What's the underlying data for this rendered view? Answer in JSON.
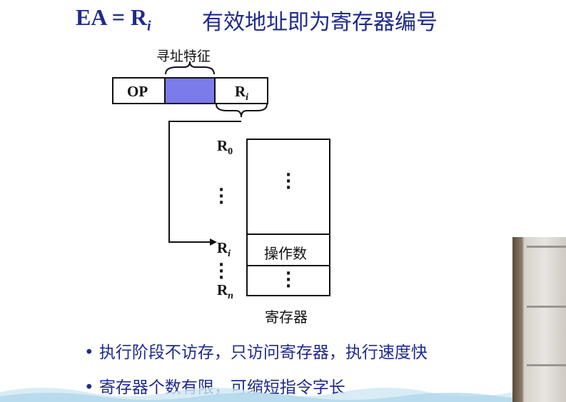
{
  "title": {
    "formula_lhs": "EA = R",
    "formula_sub": "i",
    "text": "有效地址即为寄存器编号"
  },
  "instruction": {
    "addressing_label": "寻址特征",
    "op_label": "OP",
    "reg_field_main": "R",
    "reg_field_sub": "i"
  },
  "register_file": {
    "caption": "寄存器",
    "labels": [
      {
        "main": "R",
        "sub": "0"
      },
      {
        "main": "R",
        "sub": "i"
      },
      {
        "main": "R",
        "sub": "n"
      }
    ],
    "operand_label": "操作数"
  },
  "bullets": [
    "执行阶段不访存，只访问寄存器，执行速度快",
    "寄存器个数有限，可缩短指令字长"
  ],
  "colors": {
    "title": "#1f2a8c",
    "addressing_field": "#7b7bea",
    "bullet_text": "#1f2a8c"
  }
}
